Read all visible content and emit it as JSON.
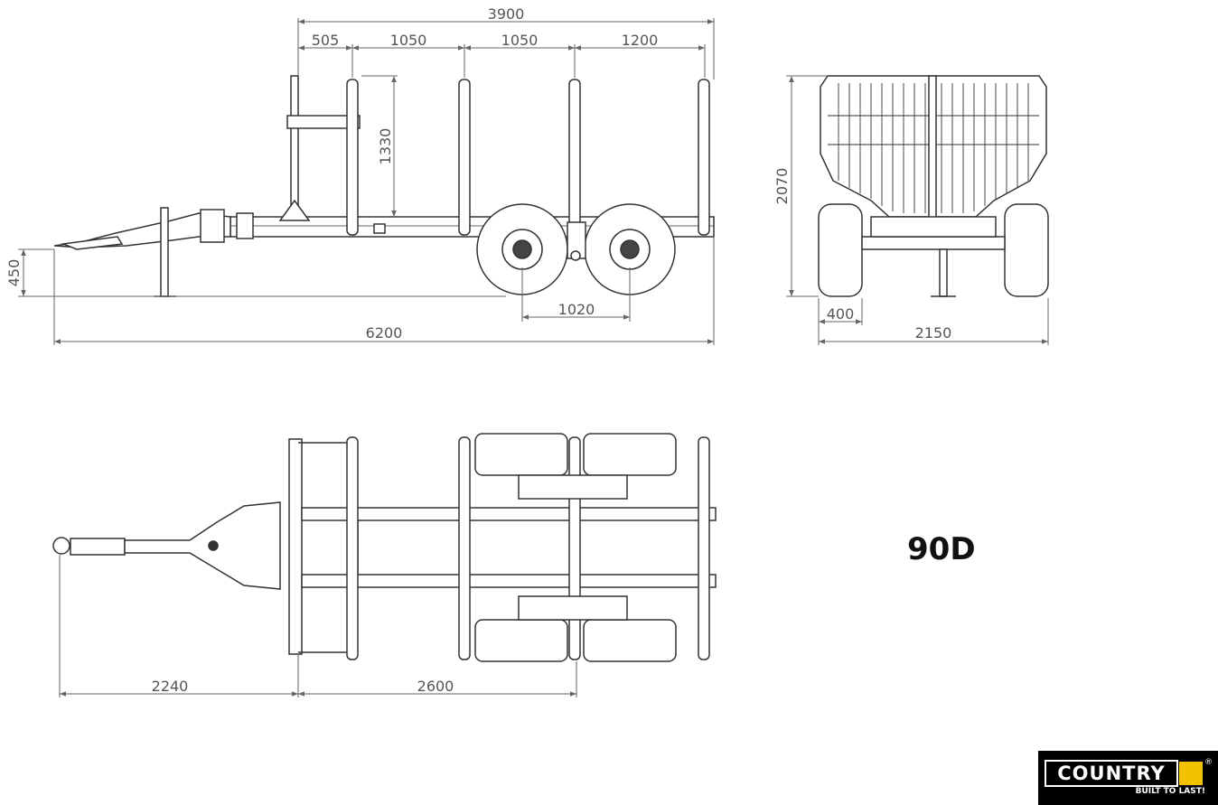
{
  "model": "90D",
  "brand": {
    "name": "COUNTRY",
    "tagline": "BUILT TO LAST!",
    "accent": "#f2c200",
    "registered_mark": "®"
  },
  "side_view": {
    "dimensions": {
      "total_length": "6200",
      "stake_span": "3900",
      "stake_gaps": [
        "505",
        "1050",
        "1050",
        "1200"
      ],
      "stake_height": "1330",
      "drawbar_height": "450",
      "axle_spacing": "1020"
    }
  },
  "front_view": {
    "dimensions": {
      "height": "2070",
      "width": "2150",
      "ground_clearance": "400"
    }
  },
  "top_view": {
    "dimensions": {
      "drawbar_to_front": "2240",
      "front_to_axle": "2600"
    }
  },
  "colors": {
    "line": "#333333",
    "dimension": "#666666",
    "background": "#ffffff"
  }
}
